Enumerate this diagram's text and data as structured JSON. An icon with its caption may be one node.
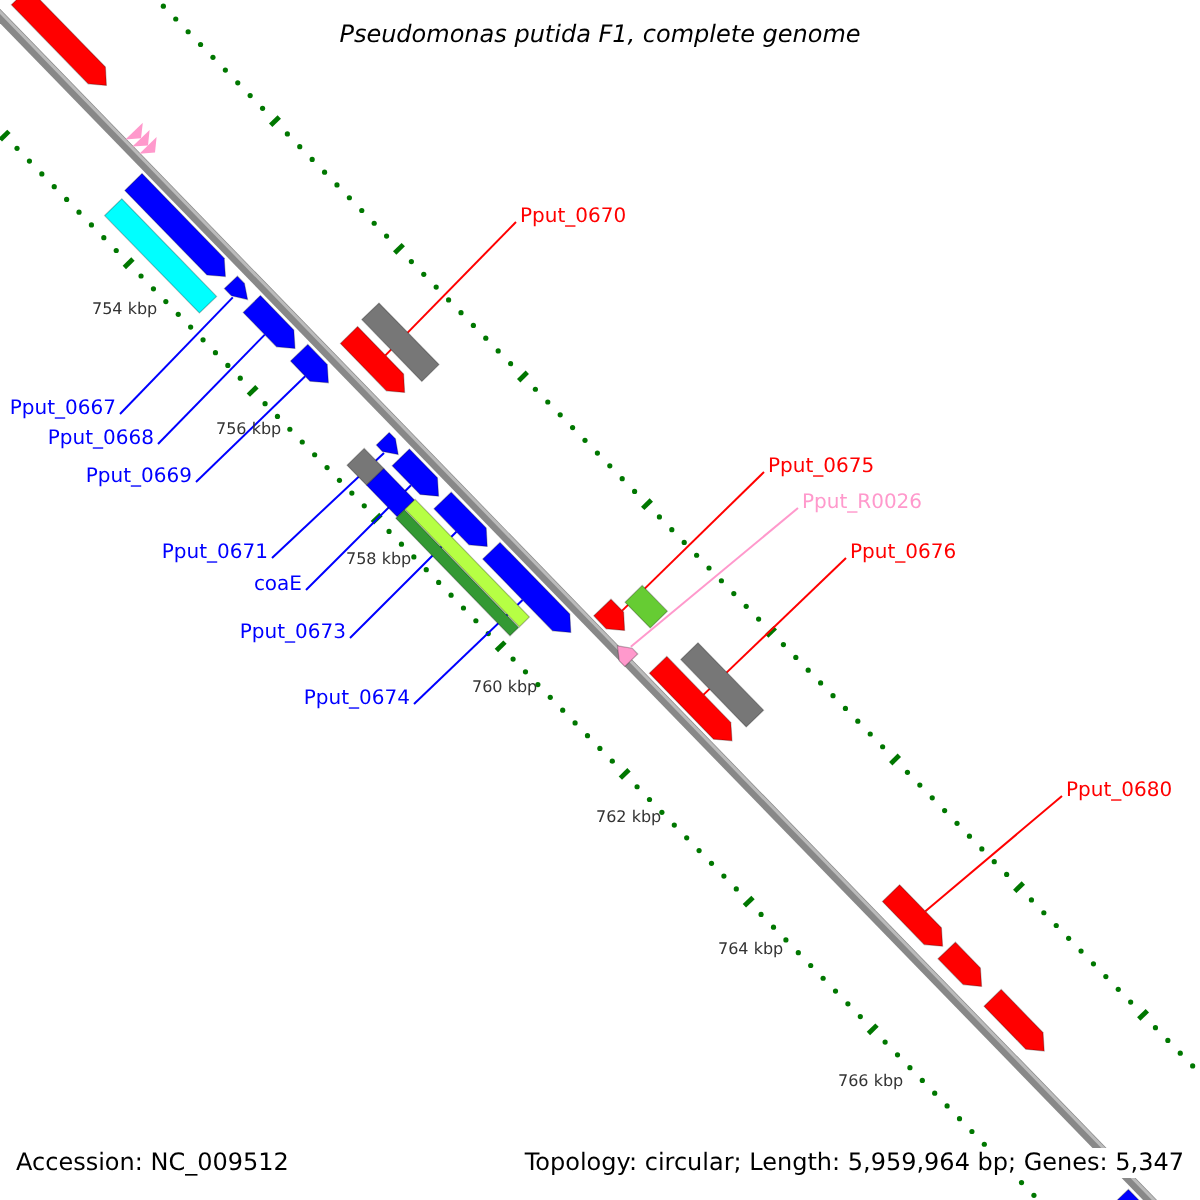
{
  "diagram": {
    "title": "Pseudomonas putida F1, complete genome",
    "nodes": [
      {
        "text": [
          "Pput_0670"
        ]
      },
      {
        "text": [],
        "shape": "bar"
      },
      {
        "text": [
          "Pput_0667"
        ]
      },
      {
        "text": [],
        "shape": "bar"
      },
      {
        "text": [
          "Pput_0668"
        ]
      },
      {
        "text": [],
        "shape": "bar"
      },
      {
        "text": [
          "Pput_0669"
        ]
      },
      {
        "text": [],
        "shape": "bar"
      },
      {
        "text": [
          "Pput_0675"
        ]
      },
      {
        "text": [],
        "shape": "bar"
      },
      {
        "text": [
          "Pput_R0026"
        ]
      },
      {
        "text": [],
        "shape": "bar"
      },
      {
        "text": [
          "Pput_0671"
        ]
      },
      {
        "text": [],
        "shape": "bar"
      },
      {
        "text": [
          "coaE"
        ]
      },
      {
        "text": [],
        "shape": "bar"
      },
      {
        "text": [
          "Pput_0676"
        ]
      },
      {
        "text": [],
        "shape": "bar"
      },
      {
        "text": [
          "Pput_0673"
        ]
      },
      {
        "text": [],
        "shape": "bar"
      },
      {
        "text": [
          "Pput_0674"
        ]
      },
      {
        "text": [],
        "shape": "bar"
      },
      {
        "text": [
          "Pput_0680"
        ]
      },
      {
        "text": [],
        "shape": "bar"
      },
      {
        "text": [],
        "shape": "bar"
      },
      {
        "text": [],
        "shape": "bar"
      },
      {
        "text": [],
        "shape": "bar"
      },
      {
        "text": [],
        "shape": "bar"
      },
      {
        "text": [],
        "shape": "bar"
      },
      {
        "text": [],
        "shape": "bar"
      },
      {
        "text": [],
        "shape": "bar"
      },
      {
        "text": [],
        "shape": "bar"
      },
      {
        "text": [],
        "shape": "bar"
      },
      {
        "text": [],
        "shape": "bar"
      },
      {
        "text": [],
        "shape": "bar"
      },
      {
        "text": [],
        "shape": "bar"
      },
      {
        "text": [],
        "shape": "bar"
      },
      {
        "text": [],
        "shape": "bar"
      }
    ],
    "edges": [
      {
        "from": 0,
        "to": 1,
        "arrow": "none",
        "color": "#ff0000"
      },
      {
        "from": 2,
        "to": 3,
        "arrow": "none"
      },
      {
        "from": 4,
        "to": 5,
        "arrow": "none"
      },
      {
        "from": 6,
        "to": 7,
        "arrow": "none"
      },
      {
        "from": 8,
        "to": 9,
        "arrow": "none",
        "color": "#ff0000"
      },
      {
        "from": 10,
        "to": 11,
        "arrow": "none",
        "color": "#ff99cc"
      },
      {
        "from": 12,
        "to": 13,
        "arrow": "none"
      },
      {
        "from": 14,
        "to": 15,
        "arrow": "none"
      },
      {
        "from": 16,
        "to": 17,
        "arrow": "none",
        "color": "#ff0000"
      },
      {
        "from": 18,
        "to": 19,
        "arrow": "none"
      },
      {
        "from": 20,
        "to": 21,
        "arrow": "none"
      },
      {
        "from": 22,
        "to": 23,
        "arrow": "none",
        "color": "#ff0000"
      }
    ],
    "labels": [
      "754 kbp",
      "756 kbp",
      "758 kbp",
      "760 kbp",
      "762 kbp",
      "764 kbp",
      "766 kbp",
      "Accession: NC_009512",
      "Topology: circular; Length: 5,959,964 bp; Genes: 5,347"
    ]
  }
}
